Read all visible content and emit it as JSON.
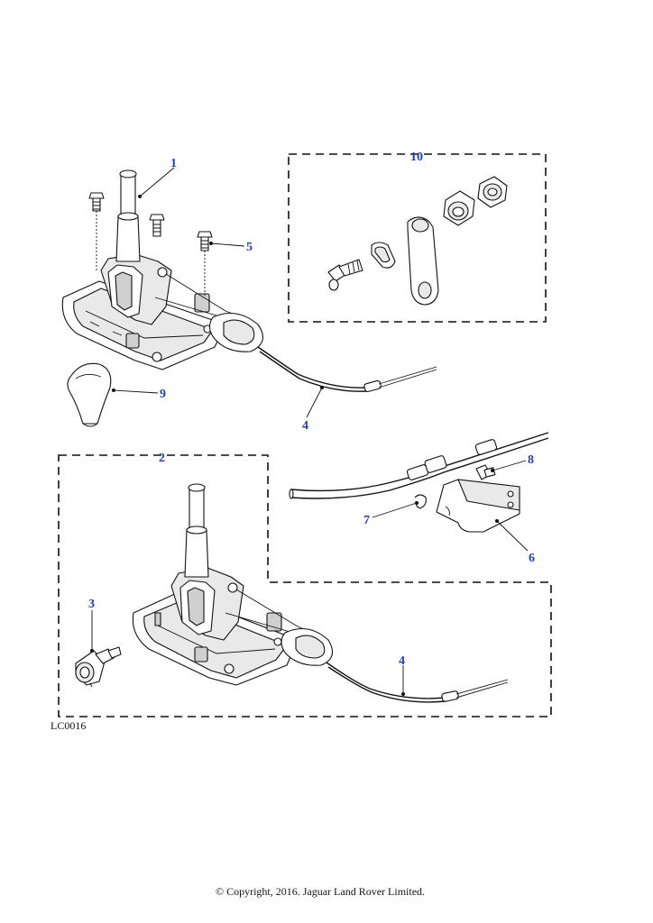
{
  "diagram": {
    "callouts": {
      "c1": "1",
      "c2": "2",
      "c3": "3",
      "c4a": "4",
      "c4b": "4",
      "c5": "5",
      "c6": "6",
      "c7": "7",
      "c8": "8",
      "c9": "9",
      "c10": "10"
    },
    "reference_code": "LC0016",
    "copyright": "© Copyright, 2016. Jaguar Land Rover Limited.",
    "colors": {
      "callout": "#1f3fbf",
      "line": "#111111"
    }
  }
}
